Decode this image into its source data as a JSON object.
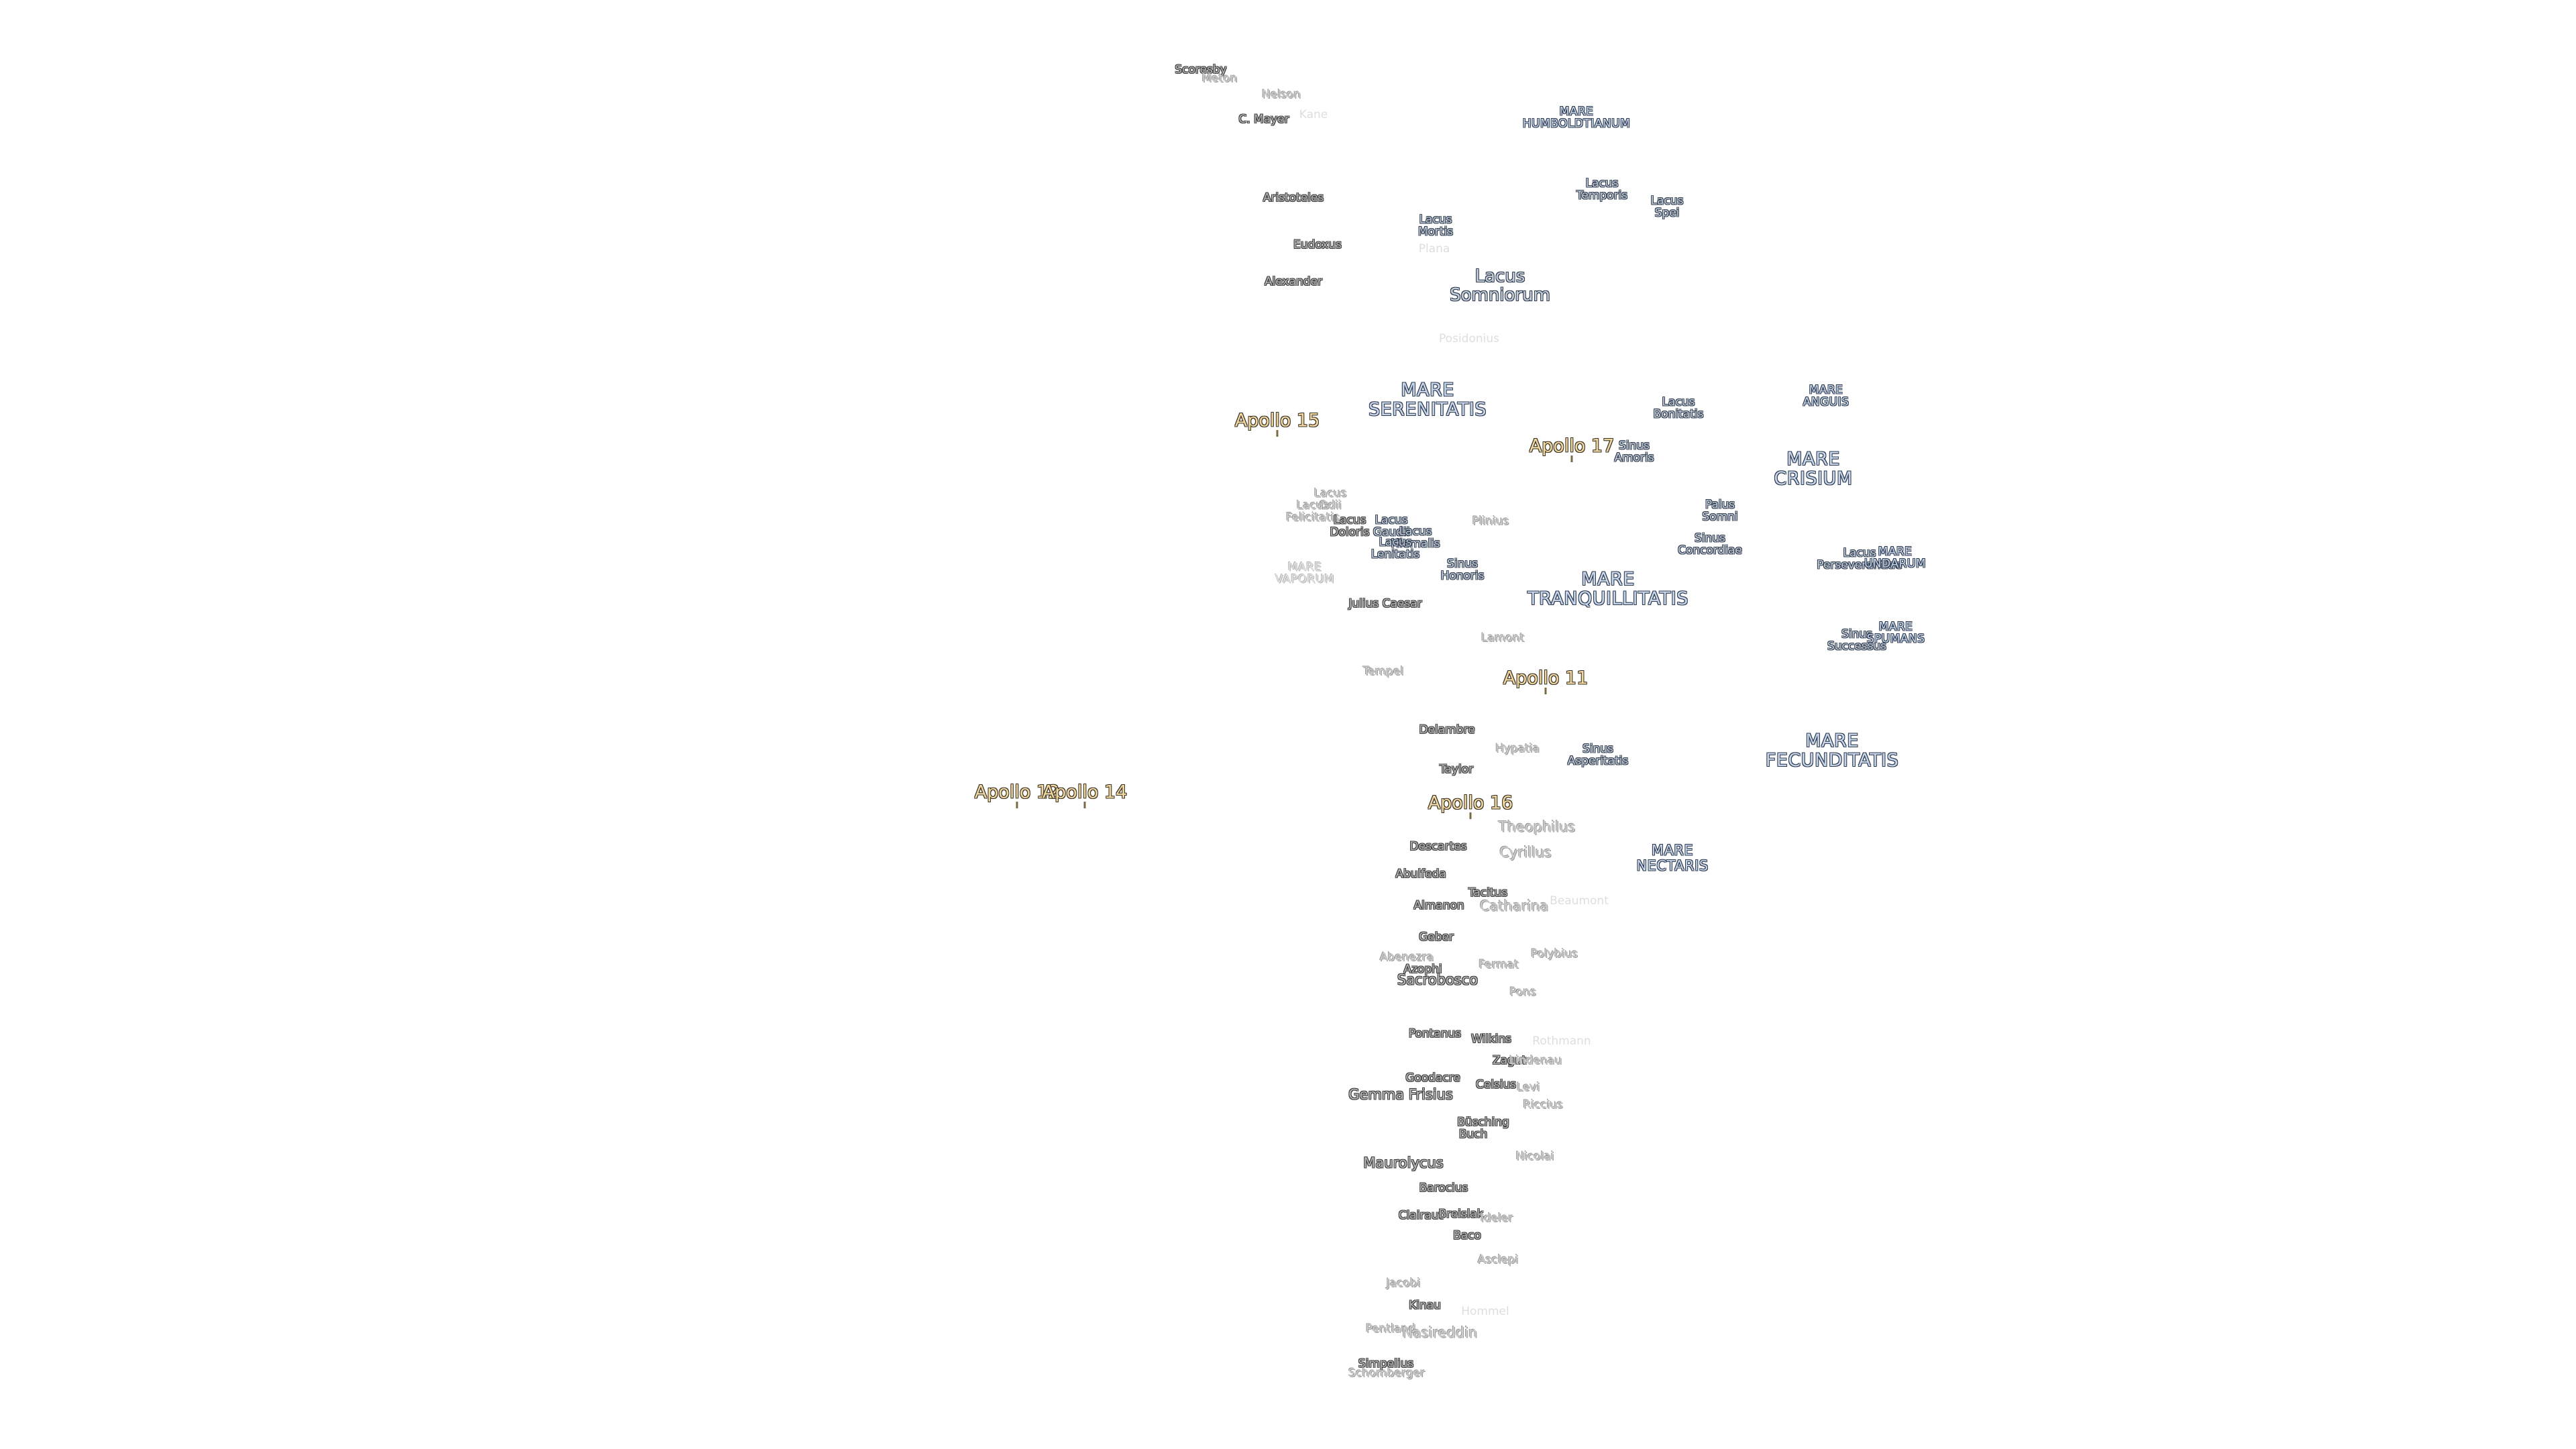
{
  "labels": {
    "scoresby": "Scoresby",
    "meton": "Meton",
    "nelson": "Nelson",
    "kane": "Kane",
    "c_mayer": "C. Mayer",
    "mare_humboldtianum": "MARE\nHUMBOLDTIANUM",
    "aristoteles": "Aristoteles",
    "lacus_temporis": "Lacus\nTemporis",
    "lacus_spei": "Lacus\nSpei",
    "lacus_mortis": "Lacus\nMortis",
    "eudoxus": "Eudoxus",
    "plana": "Plana",
    "alexander": "Alexander",
    "lacus_somniorum": "Lacus\nSomniorum",
    "posidonius": "Posidonius",
    "mare_serenitatis": "MARE\nSERENITATIS",
    "lacus_bonitatis": "Lacus\nBonitatis",
    "mare_anguis": "MARE\nANGUIS",
    "apollo_15": "Apollo 15",
    "apollo_17": "Apollo 17",
    "sinus_amoris": "Sinus\nAmoris",
    "mare_crisium": "MARE\nCRISIUM",
    "lacus_odii": "Lacus\nOdii",
    "lacus_felicitatis": "Lacus\nFelicitatis",
    "lacus_doloris": "Lacus\nDoloris",
    "lacus_gaudii": "Lacus\nGaudii",
    "lacus_hiemalis": "Lacus\nHiemalis",
    "lacus_lenitatis": "Lacus\nLenitatis",
    "plinius": "Plinius",
    "palus_somni": "Palus\nSomni",
    "sinus_concordiae": "Sinus\nConcordiae",
    "mare_vaporum": "MARE\nVAPORUM",
    "sinus_honoris": "Sinus\nHonoris",
    "mare_tranquillitatis": "MARE\nTRANQUILLITATIS",
    "lacus_perseverantiae": "Lacus\nPerseverantiae",
    "mare_undarum": "MARE\nUNDARUM",
    "julius_caesar": "Julius Caesar",
    "lamont": "Lamont",
    "sinus_successus": "Sinus\nSuccessus",
    "mare_spumans": "MARE\nSPUMANS",
    "tempel": "Tempel",
    "apollo_11": "Apollo 11",
    "delambre": "Delambre",
    "hypatia": "Hypatia",
    "sinus_asperitatis": "Sinus\nAsperitatis",
    "mare_fecunditatis": "MARE\nFECUNDITATIS",
    "taylor": "Taylor",
    "apollo_12": "Apollo 12",
    "apollo_14": "Apollo 14",
    "apollo_16": "Apollo 16",
    "theophilus": "Theophilus",
    "descartes": "Descartes",
    "cyrillus": "Cyrillus",
    "mare_nectaris": "MARE\nNECTARIS",
    "abulfeda": "Abulfeda",
    "tacitus": "Tacitus",
    "almanon": "Almanon",
    "catharina": "Catharina",
    "beaumont": "Beaumont",
    "geber": "Geber",
    "polybius": "Polybius",
    "abenezra": "Abenezra",
    "fermat": "Fermat",
    "azophi": "Azophi",
    "sacrobosco": "Sacrobosco",
    "pons": "Pons",
    "pontanus": "Pontanus",
    "wilkins": "Wilkins",
    "rothmann": "Rothmann",
    "zagut": "Zagut",
    "lindenau": "Lindenau",
    "goodacre": "Goodacre",
    "gemma_frisius": "Gemma Frisius",
    "celsius": "Celsius",
    "levi": "Levi",
    "riccius": "Riccius",
    "busching": "Büsching",
    "buch": "Buch",
    "nicolai": "Nicolai",
    "maurolycus": "Maurolycus",
    "barocius": "Barocius",
    "clairaut": "Clairaut",
    "breislak": "Breislak",
    "ideler": "Ideler",
    "baco": "Baco",
    "asclepi": "Asclepi",
    "jacobi": "Jacobi",
    "kinau": "Kinau",
    "hommel": "Hommel",
    "pentland": "Pentland",
    "nasireddin": "Nasireddin",
    "simpelius": "Simpelius",
    "schomberger": "Schomberger"
  },
  "colors": {
    "background": "#ffffff",
    "apollo_fill": "#f1d7a2",
    "mare_fill": "#c9d6e8",
    "crater_fill": "#b8b8b8"
  }
}
